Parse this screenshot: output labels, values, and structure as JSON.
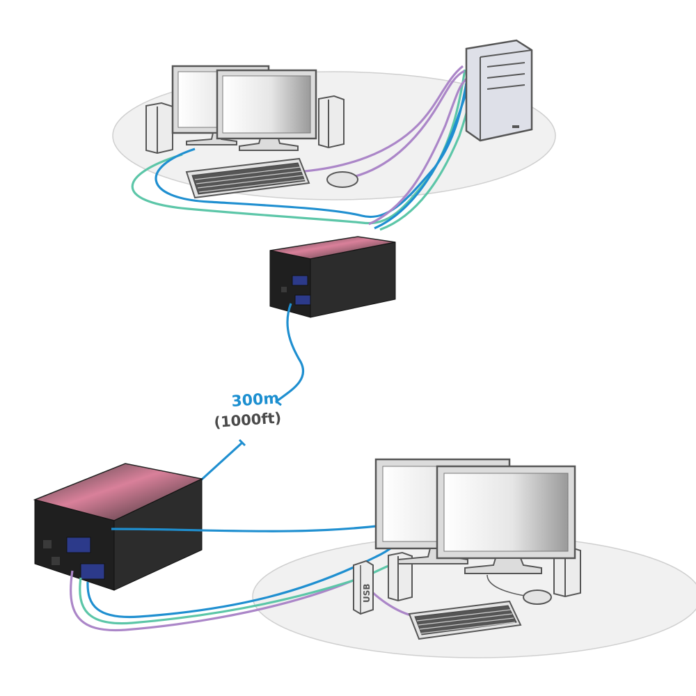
{
  "link": {
    "distance_label": "300m",
    "distance_label_alt": "(1000ft)"
  },
  "usb_label": "USB",
  "colors": {
    "cable_blue": "#1f8fd0",
    "cable_green": "#5cc6a8",
    "cable_purple": "#ab86c8",
    "distance_text": "#1c8fd0",
    "floor_ellipse": "#f0f0f0",
    "device_outline": "#555555",
    "extender_body": "#242424",
    "extender_top_accent": "#d9809a"
  }
}
